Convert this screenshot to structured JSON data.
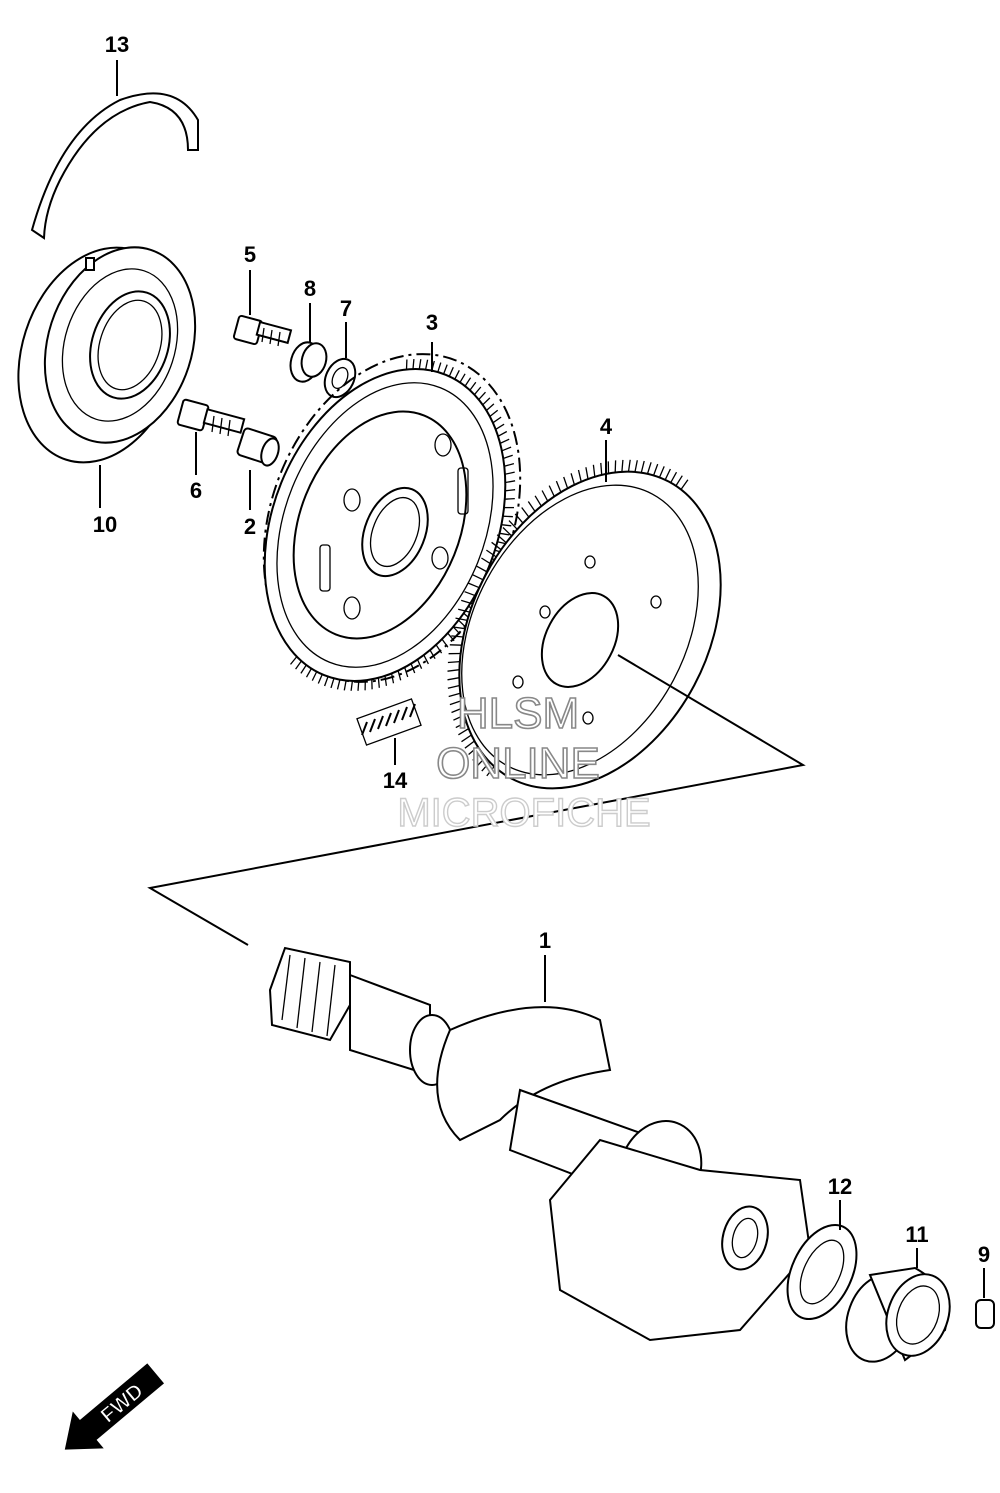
{
  "callouts": [
    {
      "id": "13",
      "label": "13"
    },
    {
      "id": "5",
      "label": "5"
    },
    {
      "id": "8",
      "label": "8"
    },
    {
      "id": "7",
      "label": "7"
    },
    {
      "id": "3",
      "label": "3"
    },
    {
      "id": "4",
      "label": "4"
    },
    {
      "id": "6",
      "label": "6"
    },
    {
      "id": "2",
      "label": "2"
    },
    {
      "id": "10",
      "label": "10"
    },
    {
      "id": "14",
      "label": "14"
    },
    {
      "id": "1",
      "label": "1"
    },
    {
      "id": "12",
      "label": "12"
    },
    {
      "id": "11",
      "label": "11"
    },
    {
      "id": "9",
      "label": "9"
    }
  ],
  "watermark": {
    "line1": "HLSM",
    "line2": "ONLINE",
    "line3": "MICROFICHE"
  },
  "direction_arrow": {
    "label": "FWD",
    "icon": "fwd-arrow-icon"
  }
}
